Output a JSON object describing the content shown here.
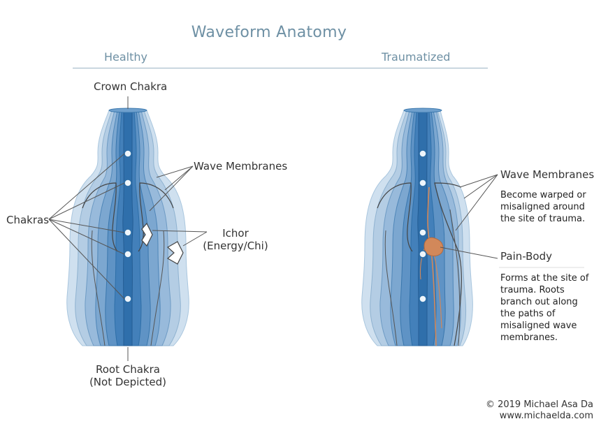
{
  "title": "Waveform Anatomy",
  "columns": {
    "healthy": "Healthy",
    "traumatized": "Traumatized"
  },
  "healthy_labels": {
    "crown": "Crown Chakra",
    "wave_membranes": "Wave Membranes",
    "chakras": "Chakras",
    "ichor_line1": "Ichor",
    "ichor_line2": "(Energy/Chi)",
    "root_line1": "Root Chakra",
    "root_line2": "(Not Depicted)"
  },
  "traumatized_labels": {
    "wave_membranes": "Wave Membranes",
    "wave_membranes_note": "Become warped or misaligned around the site of trauma.",
    "pain_body": "Pain-Body",
    "pain_body_note": "Forms at the site of trauma. Roots branch out along the paths of misaligned wave membranes."
  },
  "copyright": {
    "line1": "© 2019 Michael Asa Da",
    "line2": "www.michaelda.com"
  },
  "colors": {
    "title": "#6e90a4",
    "membrane_lightest": "#cfe0ef",
    "membrane_dark": "#2e6fa8",
    "pain_body": "#d2885a",
    "leader_line": "#555555"
  }
}
